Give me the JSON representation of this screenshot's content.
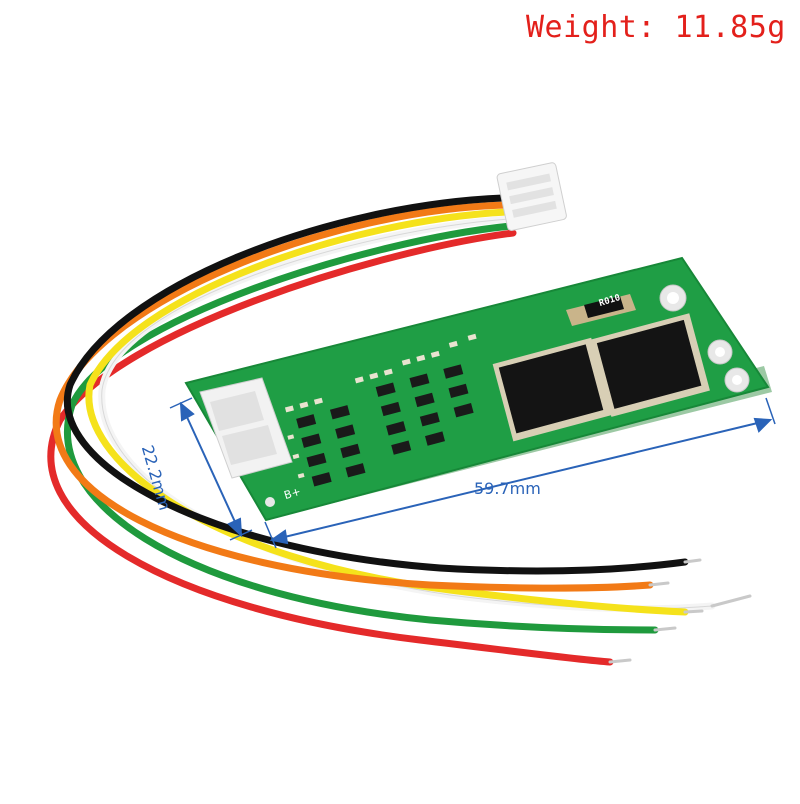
{
  "weight_label": "Weight: 11.85g",
  "dimensions": {
    "width": "59.7mm",
    "height": "22.2mm"
  },
  "board": {
    "terminal_label": "B+",
    "resistor_marking": "R010"
  },
  "colors": {
    "weight_text": "#e3201b",
    "dimension": "#2a63b8",
    "pcb": "#1f9e45",
    "wires": [
      "#111111",
      "#f27a16",
      "#ffffff",
      "#f5e21b",
      "#1f9a3d",
      "#e42a2a"
    ]
  }
}
